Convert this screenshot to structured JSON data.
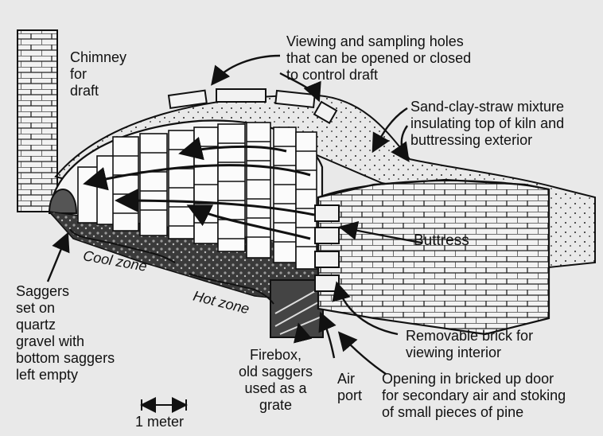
{
  "labels": {
    "chimney": "Chimney\nfor\ndraft",
    "viewing_holes": "Viewing and sampling holes\nthat can be opened or closed\nto control draft",
    "insulation": "Sand-clay-straw mixture\ninsulating top of kiln and\nbuttressing exterior",
    "buttress": "Buttress",
    "cool_zone": "Cool zone",
    "hot_zone": "Hot zone",
    "saggers": "Saggers\nset on\nquartz\ngravel with\nbottom saggers\nleft empty",
    "firebox": "Firebox,\nold saggers\nused as a\ngrate",
    "air_port": "Air\nport",
    "removable_brick": "Removable brick for\nviewing interior",
    "opening": "Opening in bricked up door\nfor secondary air and stoking\nof small pieces of pine",
    "scale": "1 meter"
  },
  "colors": {
    "ink": "#111111",
    "paper": "#e9e9e9"
  }
}
